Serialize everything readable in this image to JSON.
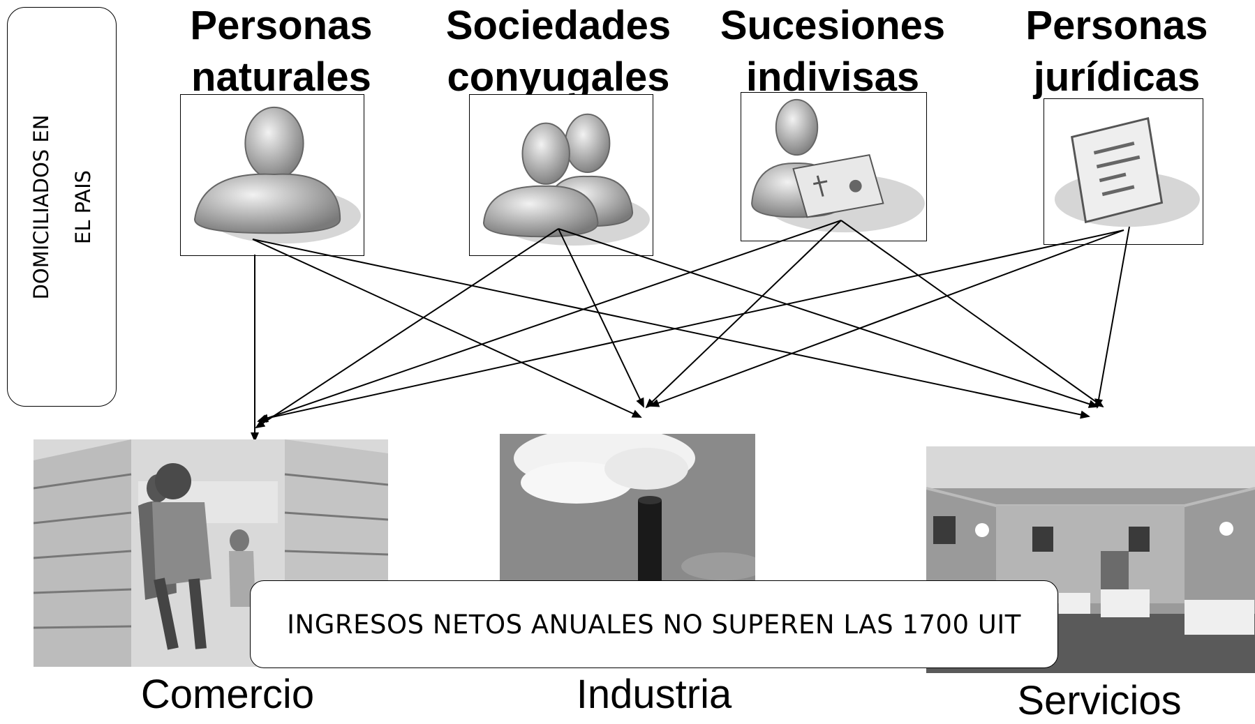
{
  "side_label": "DOMICILIADOS EN\nEL PAIS",
  "subjects": [
    {
      "label": "Personas\nnaturales",
      "icon": "person-icon"
    },
    {
      "label": "Sociedades\nconyugales",
      "icon": "couple-icon"
    },
    {
      "label": "Sucesiones\nindivisas",
      "icon": "person-with-certificate-icon"
    },
    {
      "label": "Personas\njurídicas",
      "icon": "document-icon"
    }
  ],
  "activities": [
    {
      "label": "Comercio",
      "image": "supermarket-photo"
    },
    {
      "label": "Industria",
      "image": "smokestack-photo"
    },
    {
      "label": "Servicios",
      "image": "restaurant-photo"
    }
  ],
  "condition": "INGRESOS NETOS ANUALES NO SUPEREN LAS 1700 UIT",
  "colors": {
    "line": "#000000",
    "icon_gray": "#9a9a9a",
    "photo_gray": "#8a8a8a"
  }
}
